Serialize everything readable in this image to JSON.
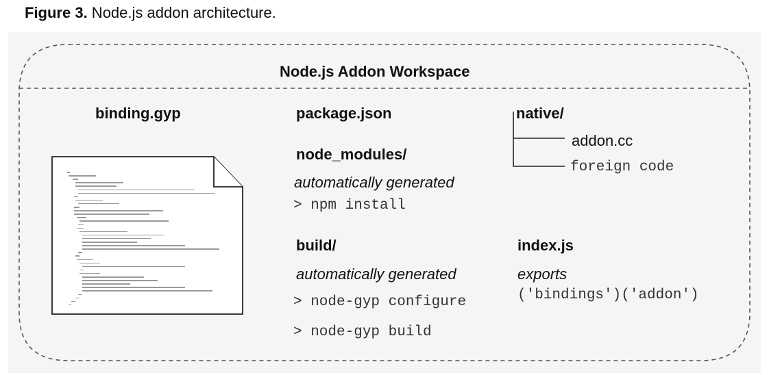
{
  "caption": {
    "label": "Figure 3.",
    "text": " Node.js addon architecture."
  },
  "workspace": {
    "title": "Node.js Addon Workspace"
  },
  "binding_gyp": {
    "title": "binding.gyp"
  },
  "package_json": {
    "title": "package.json"
  },
  "node_modules": {
    "title": "node_modules/",
    "note": "automatically generated",
    "command": "> npm install"
  },
  "build": {
    "title": "build/",
    "note": "automatically generated",
    "commands": [
      "> node-gyp configure",
      "> node-gyp build"
    ]
  },
  "native": {
    "title": "native/",
    "children": [
      "addon.cc",
      "foreign code"
    ]
  },
  "index_js": {
    "title": "index.js",
    "note": "exports",
    "code": "('bindings')('addon')"
  }
}
